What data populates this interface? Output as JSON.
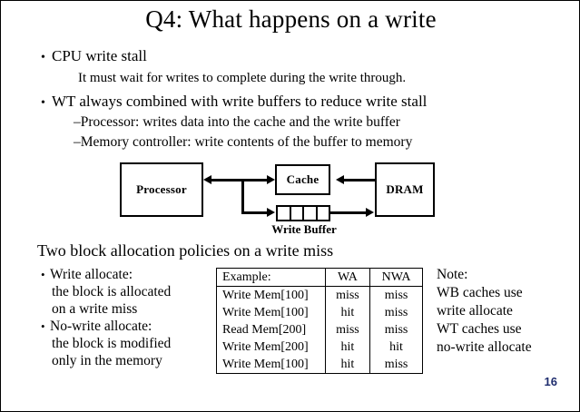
{
  "slide": {
    "title": "Q4: What happens on a write",
    "page_number": "16",
    "page_number_color": "#1f2d6e",
    "bullet_glyph": "•",
    "dash_glyph": "–"
  },
  "top_bullets": [
    {
      "text": "CPU write stall"
    },
    {
      "text": "WT always combined with write buffers to reduce write stall"
    }
  ],
  "top_sub_lines": [
    {
      "text": "It must wait for writes to complete during the write through."
    }
  ],
  "top_dash_items": [
    {
      "text": "Processor: writes data into the cache and the write buffer"
    },
    {
      "text": "Memory controller: write contents of the buffer to memory"
    }
  ],
  "diagram": {
    "boxes": [
      {
        "id": "processor",
        "label": "Processor"
      },
      {
        "id": "cache",
        "label": "Cache"
      },
      {
        "id": "dram",
        "label": "DRAM"
      }
    ],
    "write_buffer": {
      "label": "Write Buffer",
      "cells": 4
    }
  },
  "lower": {
    "heading": "Two block allocation policies on a write miss",
    "policies": [
      {
        "title": "Write allocate:",
        "lines": [
          "the block is allocated",
          "on a write miss"
        ]
      },
      {
        "title": "No-write allocate:",
        "lines": [
          "the block is modified",
          "only in the memory"
        ]
      }
    ]
  },
  "table": {
    "headers": [
      "Example:",
      "WA",
      "NWA"
    ],
    "rows": [
      [
        "Write Mem[100]",
        "miss",
        "miss"
      ],
      [
        "Write Mem[100]",
        "hit",
        "miss"
      ],
      [
        "Read  Mem[200]",
        "miss",
        "miss"
      ],
      [
        "Write Mem[200]",
        "hit",
        "hit"
      ],
      [
        "Write Mem[100]",
        "hit",
        "miss"
      ]
    ]
  },
  "note": {
    "lines": [
      "Note:",
      "WB caches use",
      "write allocate",
      "WT caches use",
      "no-write allocate"
    ]
  }
}
